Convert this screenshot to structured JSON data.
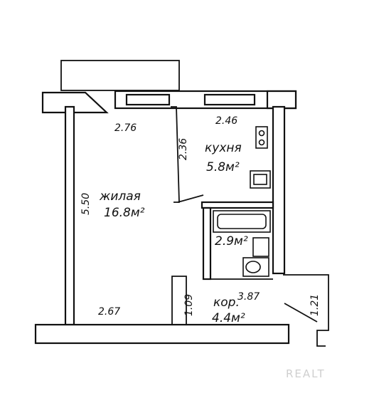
{
  "rooms": {
    "living": {
      "name": "жилая",
      "area": "16.8м²"
    },
    "kitchen": {
      "name": "кухня",
      "area": "5.8м²"
    },
    "bathroom": {
      "area": "2.9м²"
    },
    "corridor": {
      "name": "кор.",
      "area": "4.4м²"
    }
  },
  "dimensions": {
    "living_top": "2.76",
    "living_side": "5.50",
    "living_bottom": "2.67",
    "kitchen_top": "2.46",
    "kitchen_side": "2.36",
    "corridor_side": "1.09",
    "corridor_top": "3.87",
    "entry_side": "1.21"
  },
  "watermark": "REALT"
}
